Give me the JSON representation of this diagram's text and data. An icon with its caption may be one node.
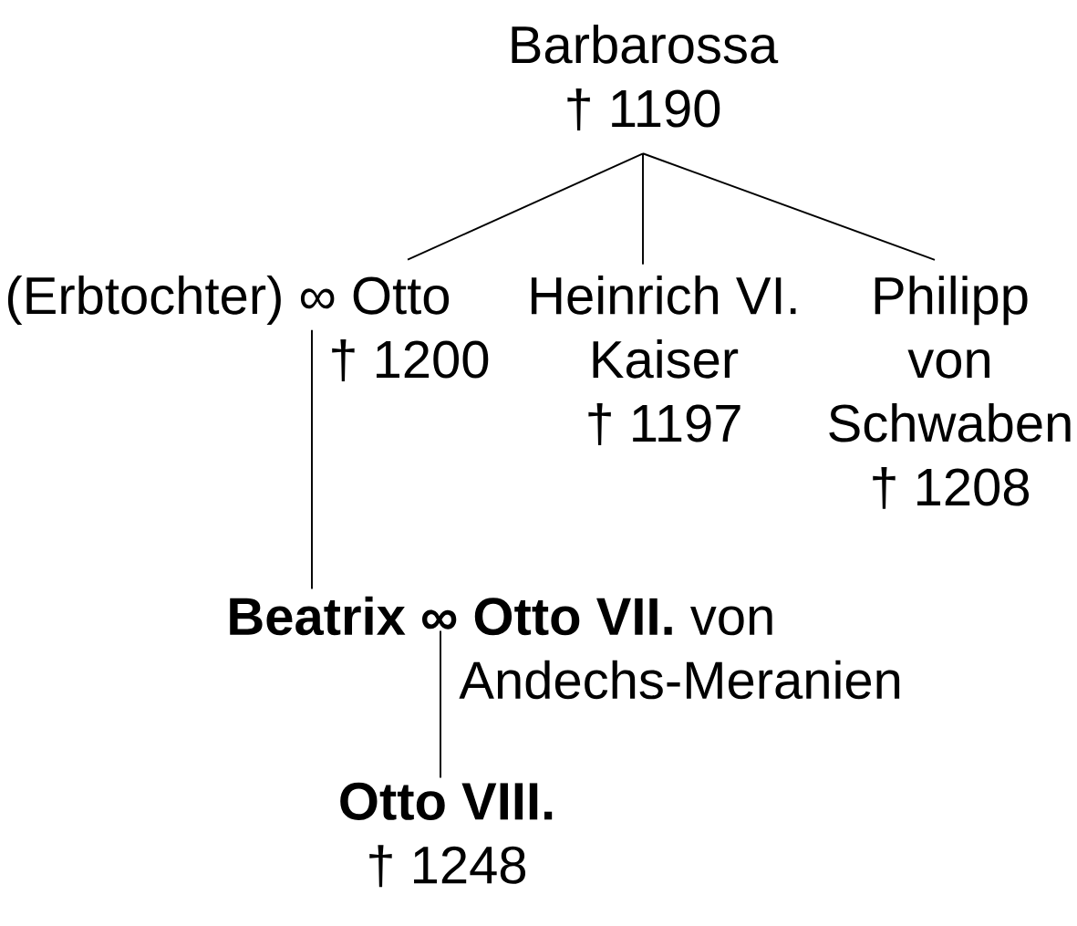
{
  "diagram": {
    "nodes": [
      {
        "text": [
          "Barbarossa",
          "† 1190"
        ]
      },
      {
        "text": [
          "(Erbtochter) ∞ Otto",
          "† 1200"
        ]
      },
      {
        "text": [
          "Heinrich VI. Kaiser",
          "† 1197"
        ]
      },
      {
        "text": [
          "Philipp von Schwaben",
          "† 1208"
        ]
      },
      {
        "text": [
          "**Beatrix ∞ Otto VII.** von Andechs-Meranien"
        ]
      },
      {
        "text": [
          "Otto VIII.",
          "† 1248"
        ]
      }
    ],
    "edges": [
      {
        "from": 0,
        "to": 1,
        "arrow": "none"
      },
      {
        "from": 0,
        "to": 2,
        "arrow": "none"
      },
      {
        "from": 0,
        "to": 3,
        "arrow": "none"
      },
      {
        "from": 1,
        "to": 4,
        "arrow": "none"
      },
      {
        "from": 4,
        "to": 5,
        "arrow": "none"
      }
    ]
  }
}
